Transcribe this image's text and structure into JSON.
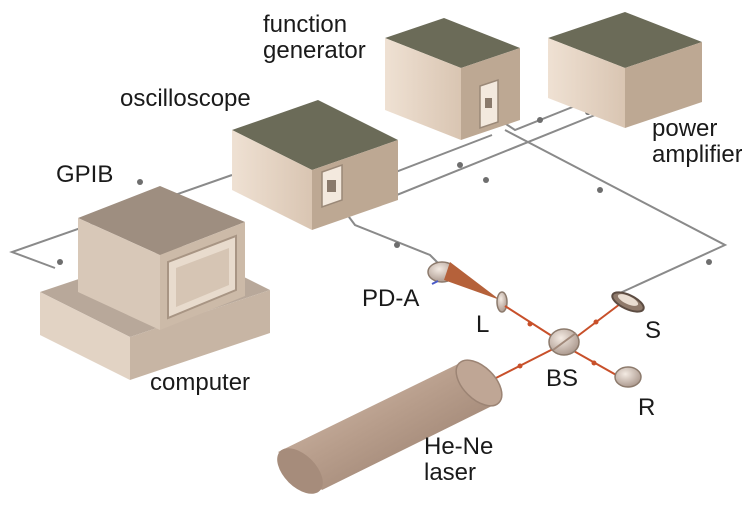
{
  "labels": {
    "function_generator": [
      "function",
      "generator"
    ],
    "oscilloscope": "oscilloscope",
    "power_amplifier": [
      "power",
      "amplifier"
    ],
    "gpib": "GPIB",
    "computer": "computer",
    "photodetector": "PD-A",
    "lens": "L",
    "beam_splitter": "BS",
    "sample": "S",
    "reference": "R",
    "laser": [
      "He-Ne",
      "laser"
    ]
  },
  "colors": {
    "box_top": "#6b6b58",
    "box_front": "#e6d6c6",
    "box_side": "#bda893",
    "cable": "#8a8a8a",
    "cable_node": "#6e6e6e",
    "beam": "#c8502a",
    "beam_cone": "#b5613a",
    "laser_body": "#b59a88"
  }
}
